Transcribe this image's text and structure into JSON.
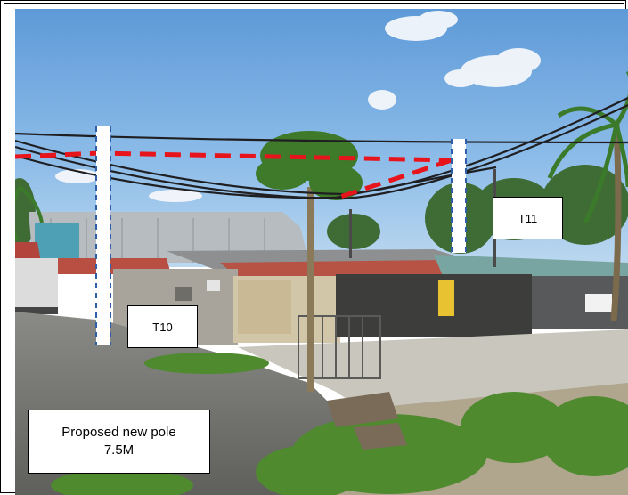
{
  "labels": {
    "t10": "T10",
    "t11": "T11",
    "proposal_line1": "Proposed new pole",
    "proposal_line2": "7.5M"
  },
  "colors": {
    "marker_line": "#e8141b",
    "pole_fill": "#ffffff",
    "pole_dash": "#2f5fa8",
    "sky": "#7fb2e6"
  },
  "scene": {
    "description_icons": [
      "street-scene",
      "power-lines",
      "houses",
      "palm-trees",
      "road"
    ]
  }
}
